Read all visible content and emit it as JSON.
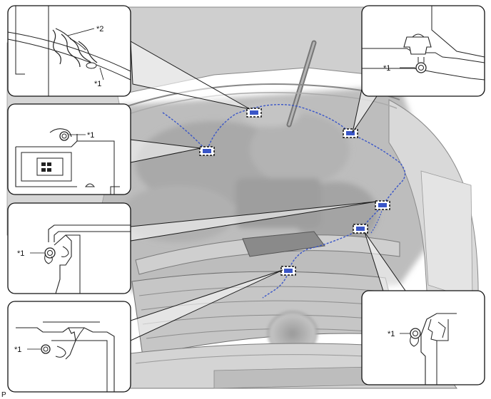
{
  "diagram": {
    "figure_code": "P",
    "callouts": [
      {
        "id": "top-left",
        "labels": [
          "*2",
          "*1"
        ]
      },
      {
        "id": "mid-left",
        "labels": [
          "*1"
        ]
      },
      {
        "id": "left-3",
        "labels": [
          "*1"
        ]
      },
      {
        "id": "bottom-left",
        "labels": [
          "*1"
        ]
      },
      {
        "id": "top-right",
        "labels": [
          "*1"
        ]
      },
      {
        "id": "bottom-right",
        "labels": [
          "*1"
        ]
      }
    ],
    "colors": {
      "harness": "#3a56c8",
      "outline": "#1a1a1a",
      "engine_bay": "#c9c9c9",
      "body_panel": "#d8d8d8"
    }
  }
}
